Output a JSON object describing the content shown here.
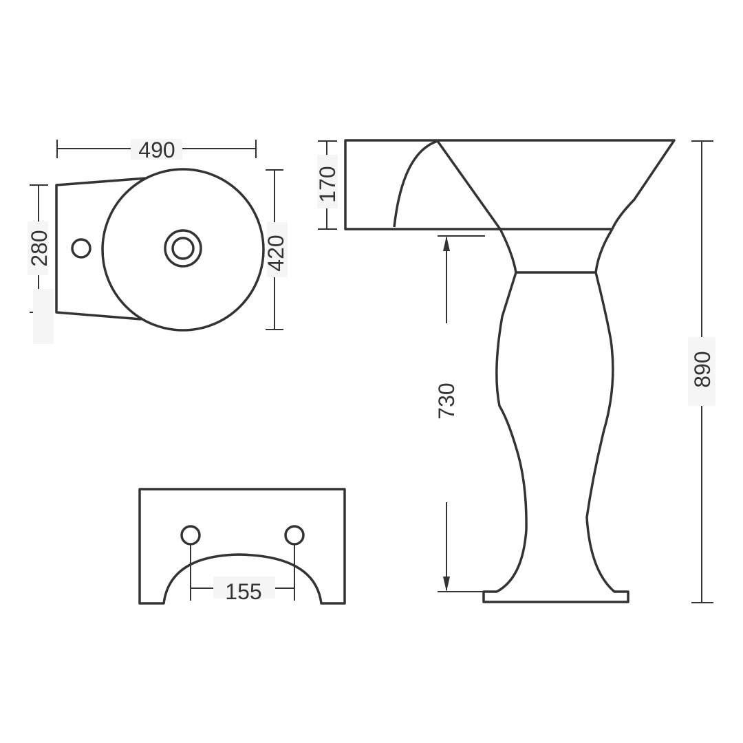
{
  "colors": {
    "line": "#333333",
    "label_background": "#f5f5f5",
    "background": "#ffffff"
  },
  "top_view": {
    "width_label": "490",
    "depth_label": "280",
    "bowl_label": "420"
  },
  "side_view": {
    "basin_height_label": "170",
    "pedestal_height_label": "730",
    "total_height_label": "890"
  },
  "front_view": {
    "hole_spacing_label": "155"
  }
}
